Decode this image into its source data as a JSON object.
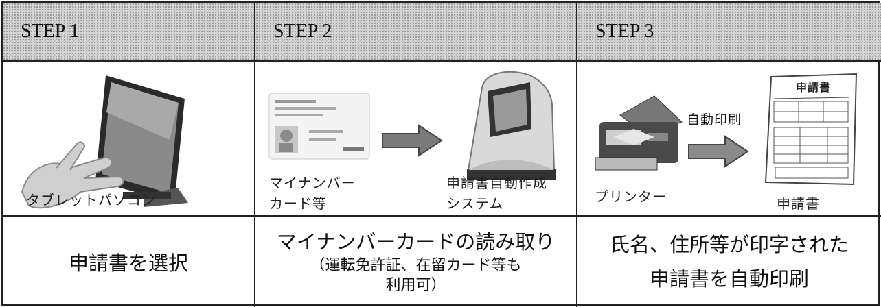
{
  "steps": [
    {
      "header": "STEP 1",
      "labels": {
        "device": "タブレットパソコン"
      },
      "bottom": {
        "line1": "申請書を選択"
      }
    },
    {
      "header": "STEP 2",
      "labels": {
        "card_line1": "マイナンバー",
        "card_line2": "カード等",
        "system_line1": "申請書自動作成",
        "system_line2": "システム"
      },
      "bottom": {
        "line1": "マイナンバーカードの読み取り",
        "line2": "（運転免許証、在留カード等も",
        "line3": "利用可）"
      }
    },
    {
      "header": "STEP 3",
      "labels": {
        "printer": "プリンター",
        "arrow": "自動印刷",
        "doc": "申請書",
        "doc_title": "申請書"
      },
      "bottom": {
        "line1": "氏名、住所等が印字された",
        "line2": "申請書を自動印刷"
      }
    }
  ]
}
